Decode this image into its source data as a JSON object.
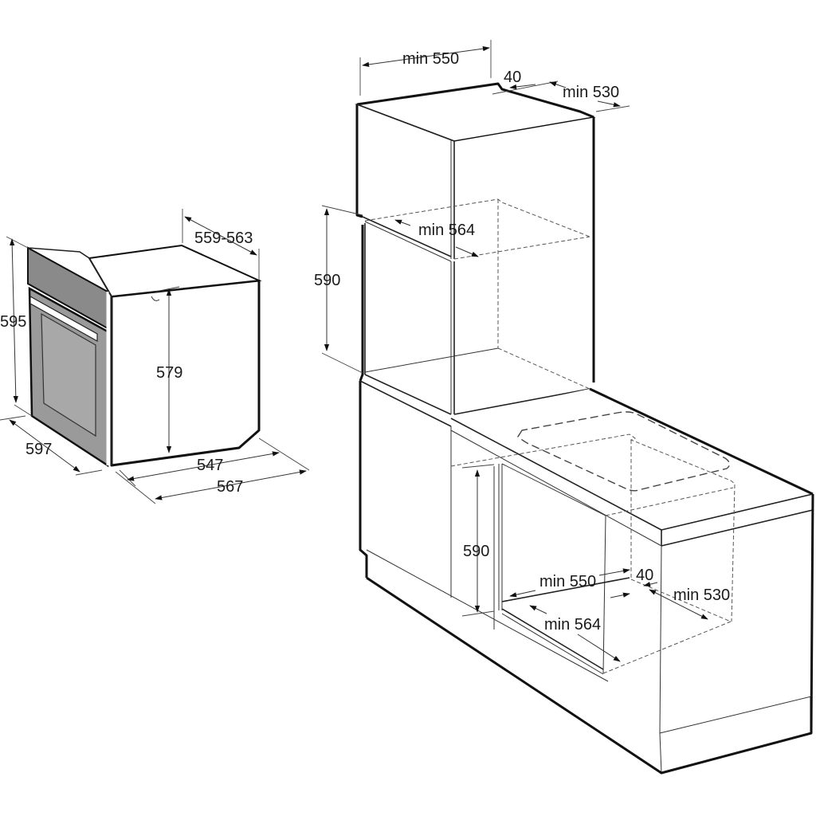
{
  "oven": {
    "height_total": "595",
    "width_front": "597",
    "depth_top": "559-563",
    "body_height": "579",
    "body_depth": "547",
    "depth_total": "567",
    "colors": {
      "front_panel": "#8a8a8a",
      "glass": "#a0a0a0",
      "handle": "#ffffff",
      "outline": "#111111"
    }
  },
  "tall_cabinet": {
    "width": "min 550",
    "gap": "40",
    "depth": "min 530",
    "niche_depth": "min 564",
    "niche_height": "590"
  },
  "under_counter": {
    "niche_height": "590",
    "width": "min 550",
    "gap": "40",
    "depth": "min 530",
    "niche_depth": "min 564"
  }
}
